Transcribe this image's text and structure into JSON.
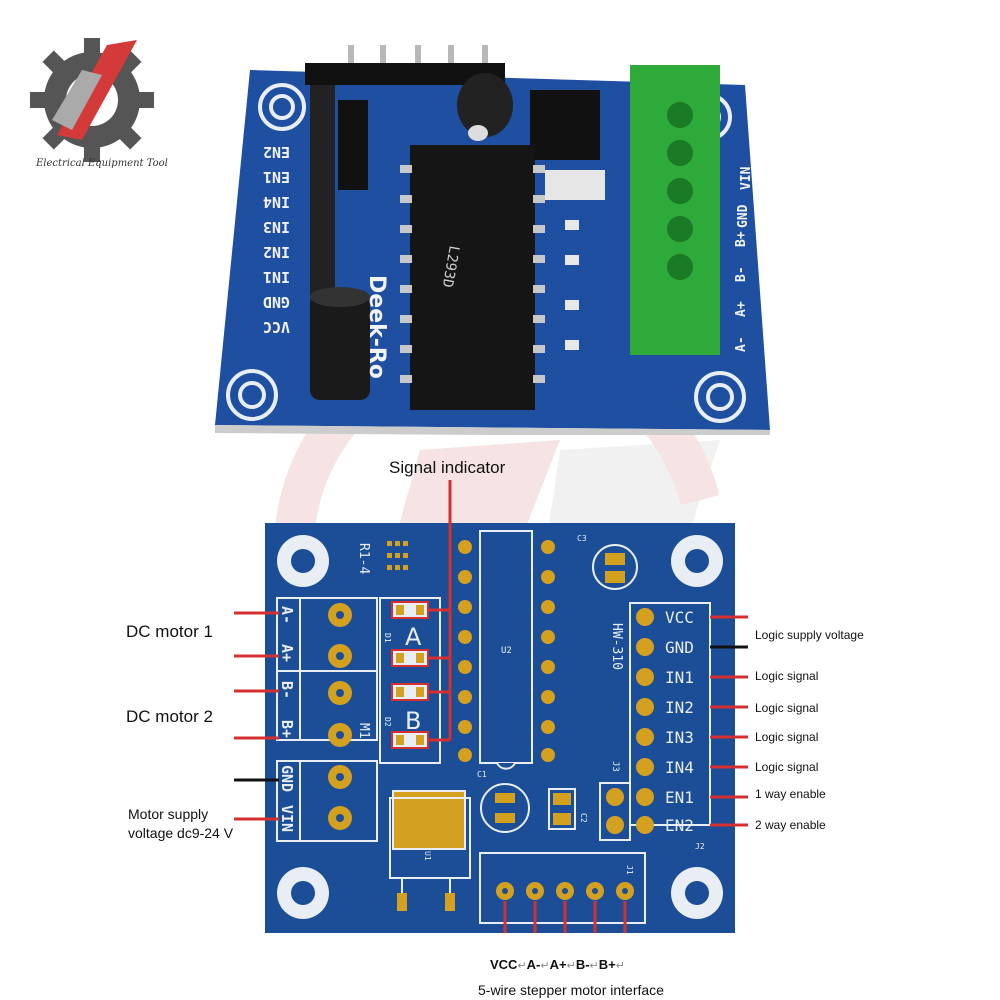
{
  "brand": {
    "logo_text": "Electrical Equipment Tool",
    "logo_icon": "gear-lightning-icon"
  },
  "board_photo": {
    "silkscreen_left": [
      "EN2",
      "EN1",
      "IN4",
      "IN3",
      "IN2",
      "IN1",
      "GND",
      "VCC"
    ],
    "silkscreen_right": [
      "VIN",
      "GND",
      "B+",
      "B-",
      "A+",
      "A-"
    ],
    "brand_mark": "Deek-Ro",
    "chip_text": "L293D"
  },
  "diagram": {
    "signal_indicator": "Signal indicator",
    "left_labels": {
      "dc_motor_1": "DC motor 1",
      "dc_motor_2": "DC motor 2",
      "motor_supply_1": "Motor supply",
      "motor_supply_2": "voltage dc9-24 V"
    },
    "board_left_pins": [
      "A-",
      "A+",
      "B-",
      "B+",
      "GND",
      "VIN"
    ],
    "board_right_pins": [
      "VCC",
      "GND",
      "IN1",
      "IN2",
      "IN3",
      "IN4",
      "EN1",
      "EN2"
    ],
    "right_labels": [
      "Logic supply voltage",
      "Logic signal",
      "Logic signal",
      "Logic signal",
      "Logic signal",
      "1 way enable",
      "2 way enable"
    ],
    "silk": {
      "r1_4": "R1-4",
      "hw310": "HW-310",
      "u2": "U2",
      "m1": "M1",
      "u1": "U1",
      "c1": "C1",
      "c2": "C2",
      "c3": "C3",
      "j1": "J1",
      "j2": "J2",
      "j3": "J3",
      "d1": "D1",
      "d2": "D2",
      "a": "A",
      "b": "B"
    },
    "stepper_pins": [
      "VCC",
      "A-",
      "A+",
      "B-",
      "B+"
    ],
    "stepper_caption": "5-wire stepper motor interface",
    "return_mark": "↵"
  }
}
